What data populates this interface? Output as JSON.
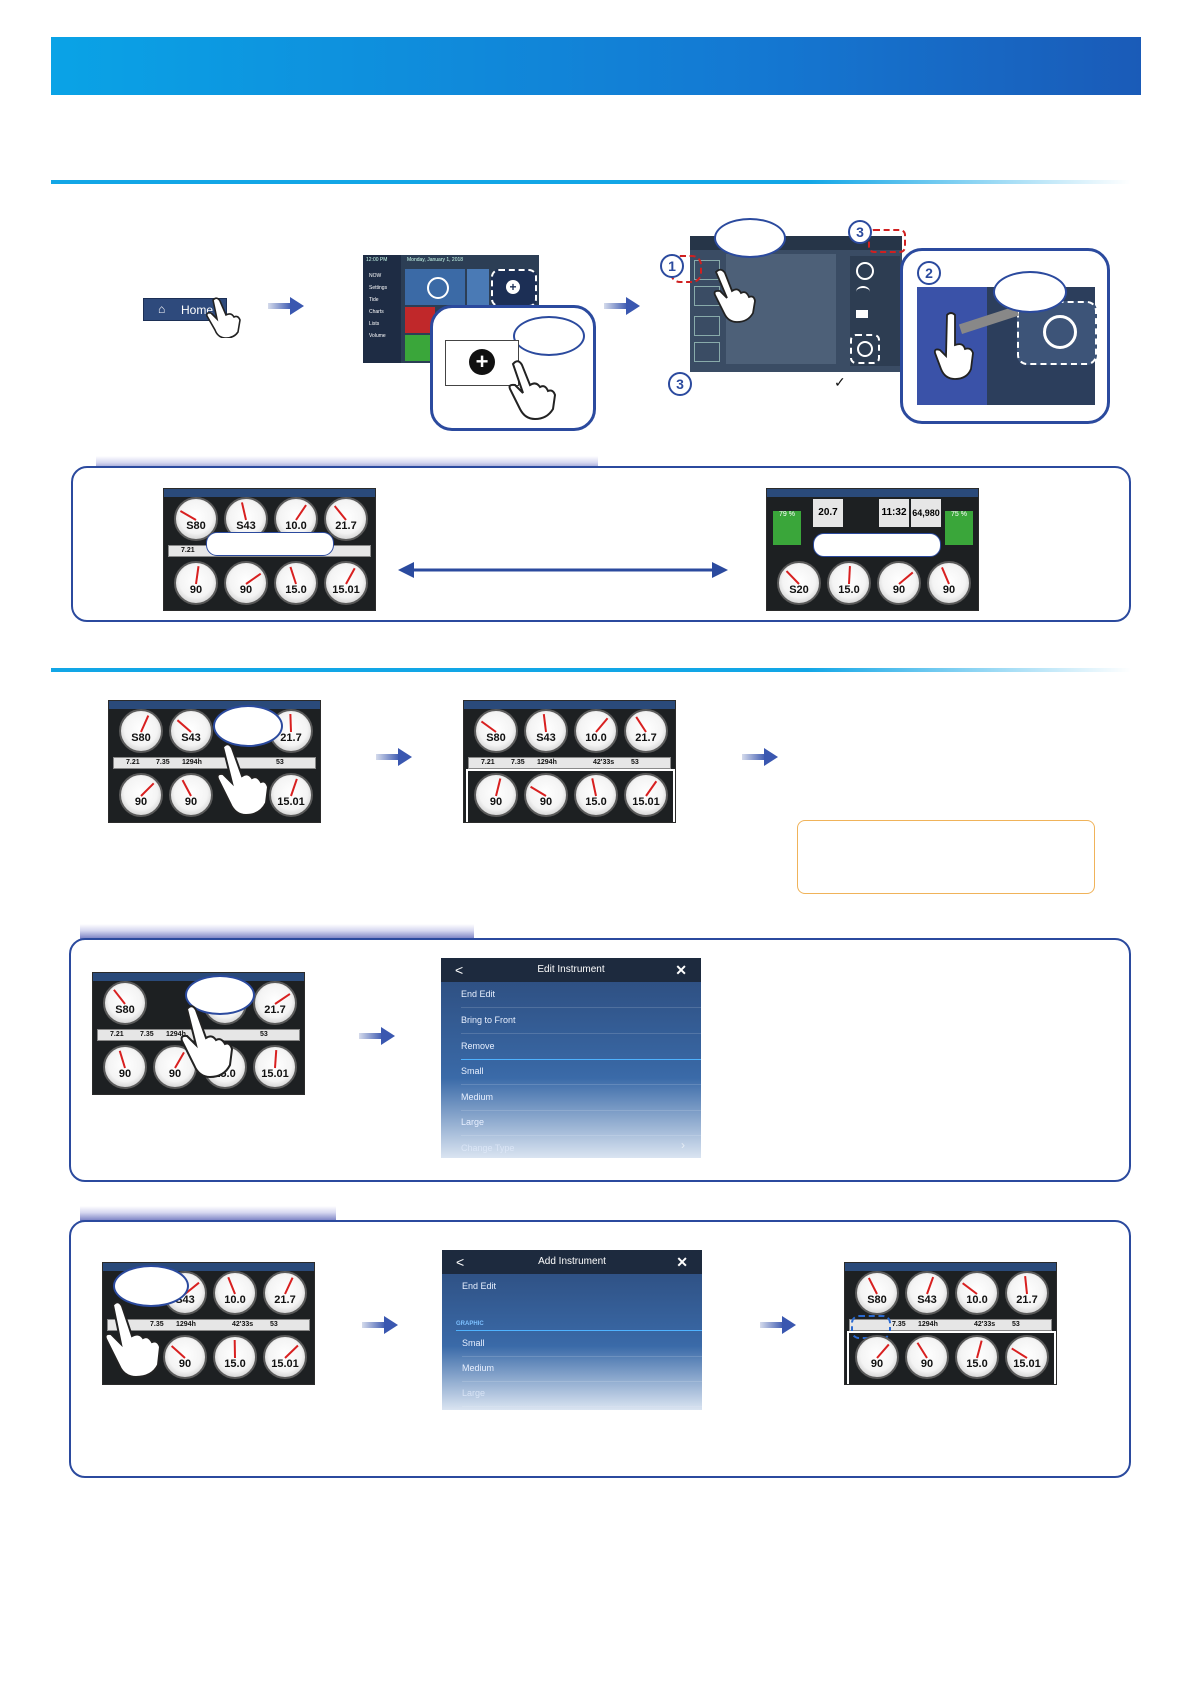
{
  "home_button": {
    "label": "Home"
  },
  "home_screen": {
    "clock": "12:00 PM",
    "date": "Monday, January 1, 2018",
    "sidebar": [
      "NOW",
      "Settings",
      "Tide",
      "Charts",
      "Lists",
      "Volume"
    ]
  },
  "numbers": {
    "one": "1",
    "two": "2",
    "three": "3"
  },
  "checkmark": "✓",
  "panelA": {
    "top": [
      "S80",
      "S43",
      "10.0",
      "21.7"
    ],
    "strip": [
      "7.21",
      "7.35",
      "1294h",
      "42'33s",
      "53"
    ],
    "bottom": [
      "90",
      "90",
      "15.0",
      "15.01"
    ]
  },
  "panelB": {
    "digital": [
      "20.7",
      "11:32",
      "64,980"
    ],
    "tanks": [
      "79 %",
      "75 %"
    ],
    "bottom": [
      "S20",
      "15.0",
      "90",
      "90"
    ]
  },
  "edit_menu": {
    "title": "Edit Instrument",
    "back": "<",
    "close": "✕",
    "items": [
      "End Edit",
      "Bring to Front",
      "Remove",
      "Small",
      "Medium",
      "Large",
      "Change Type"
    ]
  },
  "add_menu": {
    "title": "Add Instrument",
    "back": "<",
    "close": "✕",
    "items": [
      "End Edit",
      "Small",
      "Medium",
      "Large"
    ],
    "section": "GRAPHIC"
  },
  "colors": {
    "accent": "#12a6e6",
    "frame": "#2b4a9e",
    "note": "#f0b35a"
  }
}
